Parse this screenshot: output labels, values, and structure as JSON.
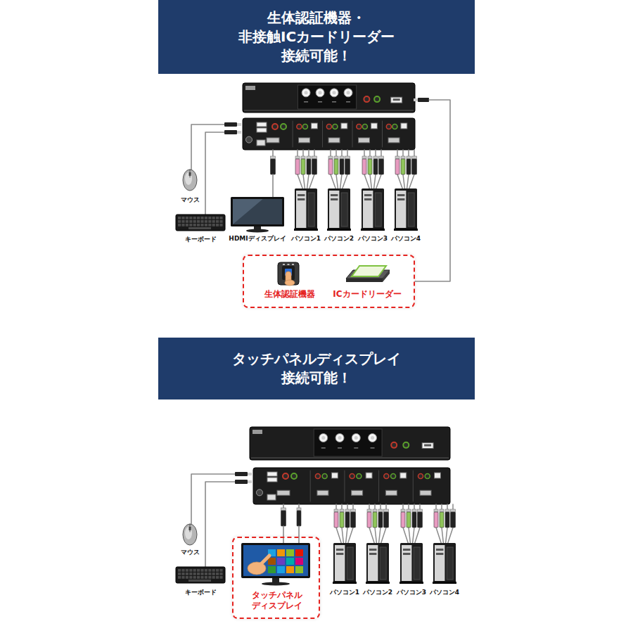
{
  "diagram": {
    "nodes": [
      {
        "text": [
          "生体認証機器・ 非接触ICカードリーダー 接続可能！"
        ]
      },
      {
        "text": [
          "生体認証機器",
          "ICカードリーダー"
        ]
      },
      {
        "text": [
          "タッチパネルディスプレイ 接続可能！"
        ]
      },
      {
        "text": [
          "タッチパネル ディスプレイ"
        ]
      }
    ],
    "labels": [
      "マウス",
      "キーボード",
      "HDMIディスプレイ",
      "パソコン1",
      "パソコン2",
      "パソコン3",
      "パソコン4",
      "マウス",
      "キーボード",
      "パソコン1",
      "パソコン2",
      "パソコン3",
      "パソコン4"
    ]
  }
}
